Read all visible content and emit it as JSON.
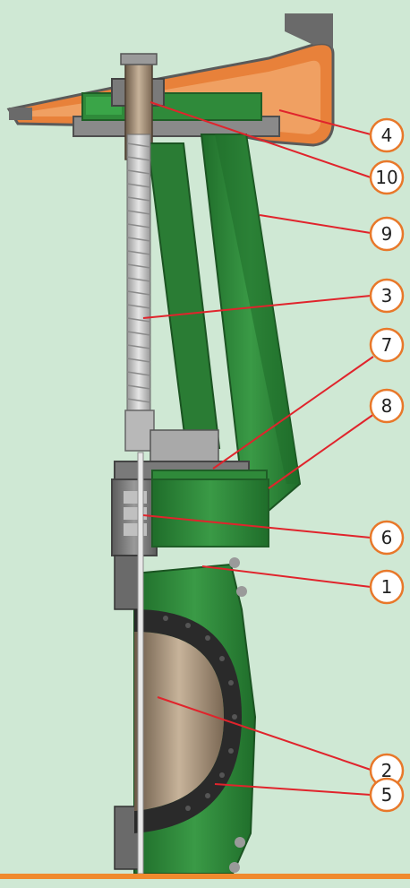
{
  "colors": {
    "background": "#cfe8d4",
    "callout_circle": "#ffffff",
    "callout_border": "#e8782a",
    "leader_line": "#e0242c",
    "bottom_rule": "#f08a2e",
    "valve_green": "#2f8a3a",
    "handwheel_orange": "#e8813a",
    "stem_steel": "#c9c9c9",
    "body_gray": "#7a7a7a"
  },
  "callouts": [
    {
      "label": "4"
    },
    {
      "label": "10"
    },
    {
      "label": "9"
    },
    {
      "label": "3"
    },
    {
      "label": "7"
    },
    {
      "label": "8"
    },
    {
      "label": "6"
    },
    {
      "label": "1"
    },
    {
      "label": "2"
    },
    {
      "label": "5"
    }
  ]
}
